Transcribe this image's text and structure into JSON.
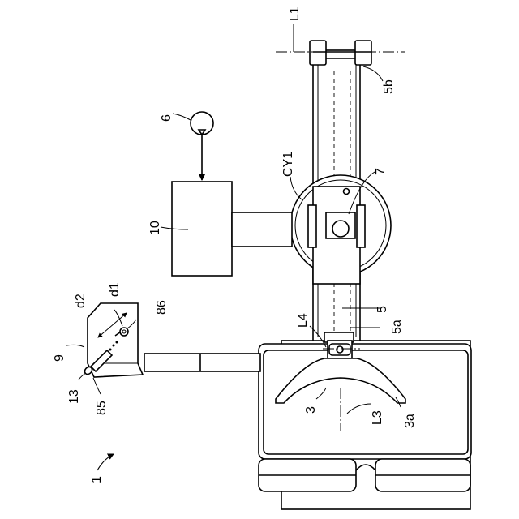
{
  "labels": {
    "L1": "L1",
    "5b": "5b",
    "6": "6",
    "CY1": "CY1",
    "7": "7",
    "10": "10",
    "d1": "d1",
    "d2": "d2",
    "86": "86",
    "5": "5",
    "5a": "5a",
    "L4": "L4",
    "9": "9",
    "13": "13",
    "85": "85",
    "3": "3",
    "L3": "L3",
    "3a": "3a",
    "1": "1"
  }
}
